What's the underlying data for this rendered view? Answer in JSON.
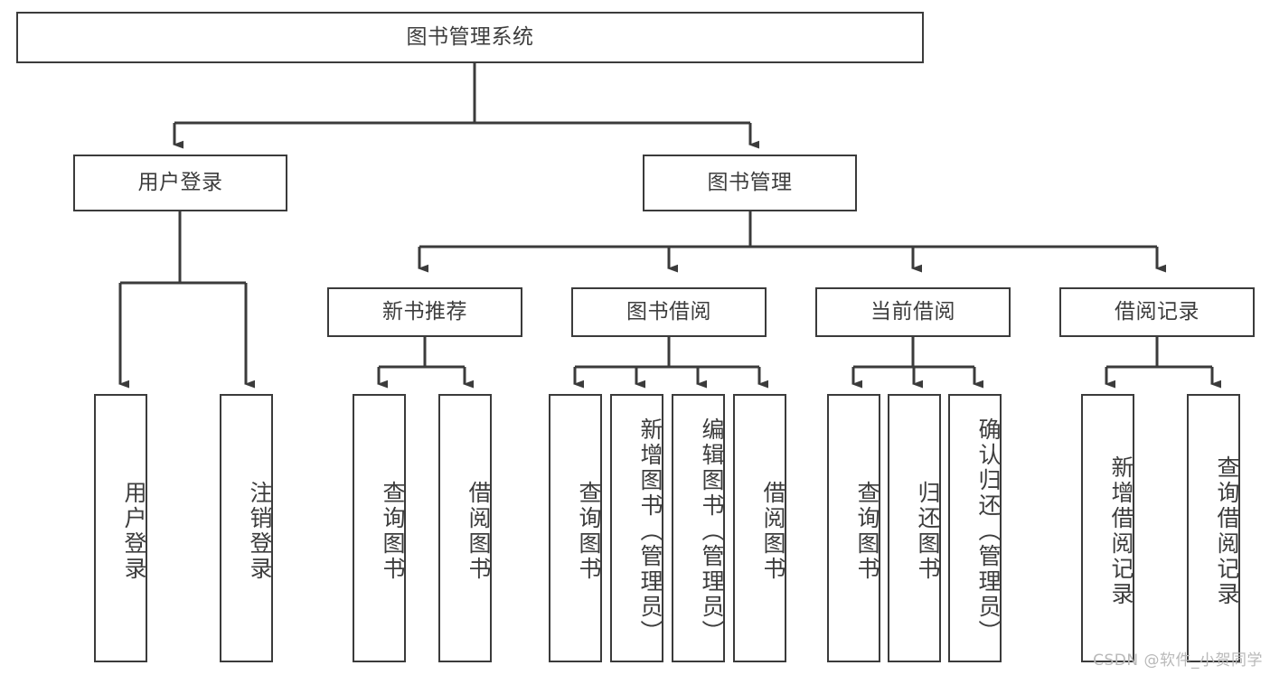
{
  "diagram": {
    "title": "图书管理系统",
    "type": "hierarchy-tree",
    "watermark": "CSDN @软件_小贺同学",
    "colors": {
      "box_border": "#3b3b3b",
      "box_fill": "#ffffff",
      "connector": "#3b3b3b",
      "text": "#3d3d3d",
      "watermark": "#b9b9b9",
      "background": "#ffffff"
    },
    "nodes": {
      "root": {
        "label": "图书管理系统"
      },
      "level2": [
        {
          "label": "用户登录"
        },
        {
          "label": "图书管理"
        }
      ],
      "level3": [
        {
          "label": "新书推荐"
        },
        {
          "label": "图书借阅"
        },
        {
          "label": "当前借阅"
        },
        {
          "label": "借阅记录"
        }
      ],
      "leaves": {
        "user_login": [
          {
            "label": "用户登录"
          },
          {
            "label": "注销登录"
          }
        ],
        "new_book_recommend": [
          {
            "label": "查询图书"
          },
          {
            "label": "借阅图书"
          }
        ],
        "book_borrow": [
          {
            "label": "查询图书"
          },
          {
            "label": "新增图书（管理员）"
          },
          {
            "label": "编辑图书（管理员）"
          },
          {
            "label": "借阅图书"
          }
        ],
        "current_borrow": [
          {
            "label": "查询图书"
          },
          {
            "label": "归还图书"
          },
          {
            "label": "确认归还（管理员）"
          }
        ],
        "borrow_record": [
          {
            "label": "新增借阅记录"
          },
          {
            "label": "查询借阅记录"
          }
        ]
      }
    }
  }
}
